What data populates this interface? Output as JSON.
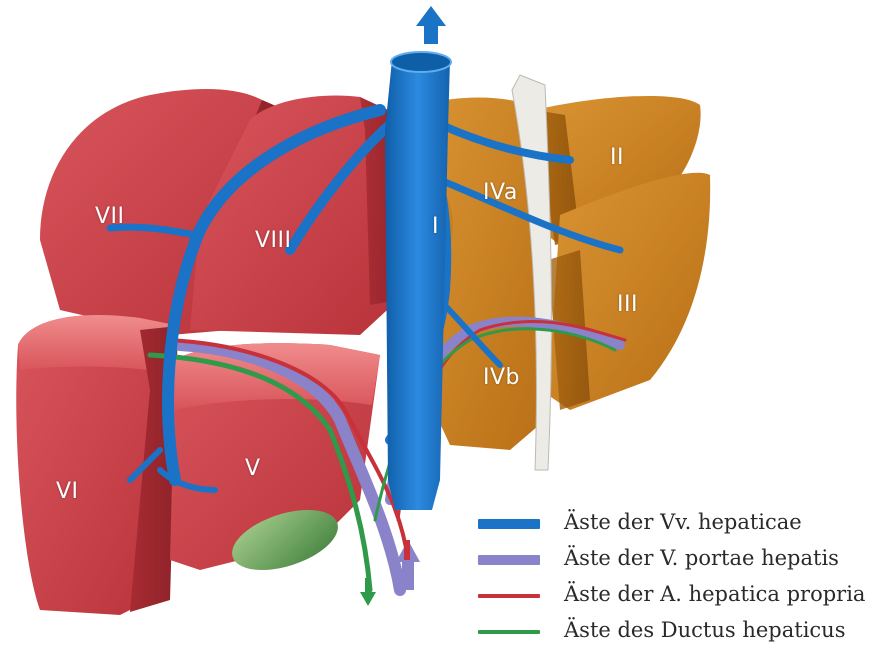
{
  "colors": {
    "right_lobe": "#c73d45",
    "right_lobe_dark": "#9e2a31",
    "left_lobe": "#c9801f",
    "left_lobe_dark": "#9a5c12",
    "hepatic_veins": "#1a73c6",
    "portal_vein": "#8a83c9",
    "hepatic_artery": "#c8303a",
    "bile_duct": "#2f9a4a",
    "ligament": "#e6e4df",
    "gallbladder": "#5e9a57"
  },
  "segments": {
    "I": "I",
    "II": "II",
    "III": "III",
    "IVa": "IVa",
    "IVb": "IVb",
    "V": "V",
    "VI": "VI",
    "VII": "VII",
    "VIII": "VIII"
  },
  "legend": [
    {
      "label": "Äste der Vv. hepaticae",
      "color": "#1a73c6"
    },
    {
      "label": "Äste der V. portae hepatis",
      "color": "#8a83c9"
    },
    {
      "label": "Äste der A. hepatica propria",
      "color": "#c8303a"
    },
    {
      "label": "Äste des Ductus hepaticus",
      "color": "#2f9a4a"
    }
  ],
  "icons": {
    "outflow_arrow": "arrow-up-icon",
    "bile_arrow": "arrow-down-icon",
    "inflow_arrows": "arrow-up-icon"
  }
}
